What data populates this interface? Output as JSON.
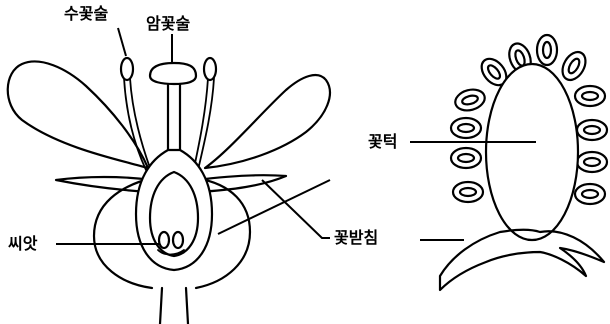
{
  "labels": {
    "stamen": "수꽃술",
    "pistil": "암꽃술",
    "seed": "씨앗",
    "receptacle_flesh": "꽃턱",
    "sepal": "꽃받침"
  }
}
